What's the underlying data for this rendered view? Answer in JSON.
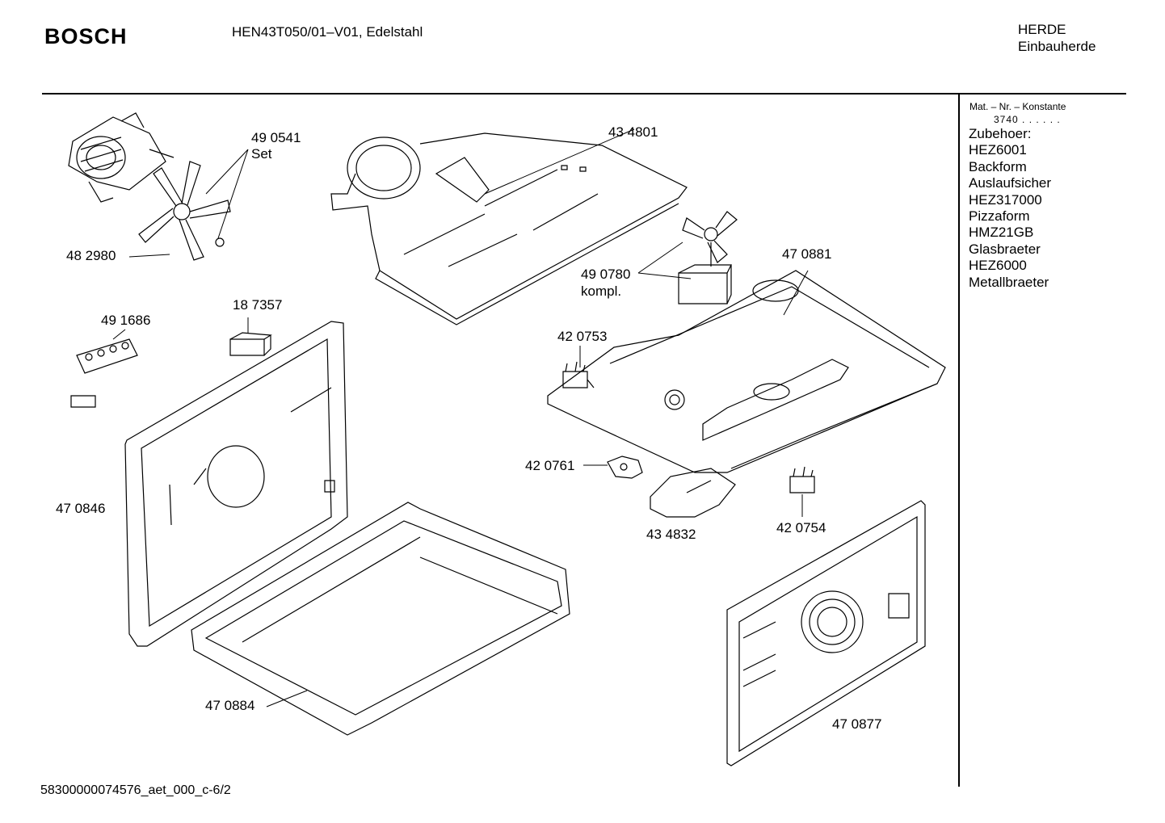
{
  "header": {
    "brand": "BOSCH",
    "model": "HEN43T050/01–V01, Edelstahl",
    "category_line1": "HERDE",
    "category_line2": "Einbauherde"
  },
  "sidebar": {
    "mat_label": "Mat. – Nr. – Konstante",
    "mat_value": "3740 . . . . . .",
    "items": [
      "Zubehoer:",
      "HEZ6001",
      "Backform",
      "Auslaufsicher",
      "HEZ317000",
      "Pizzaform",
      "HMZ21GB",
      "Glasbraeter",
      "HEZ6000",
      "Metallbraeter"
    ]
  },
  "parts": {
    "p490541": "49 0541",
    "p490541_note": "Set",
    "p434801": "43 4801",
    "p482980": "48 2980",
    "p490780": "49 0780",
    "p490780_note": "kompl.",
    "p470881": "47 0881",
    "p187357": "18 7357",
    "p491686": "49 1686",
    "p420753": "42 0753",
    "p420761": "42 0761",
    "p434832": "43 4832",
    "p420754": "42 0754",
    "p470846": "47 0846",
    "p470884": "47 0884",
    "p470877": "47 0877"
  },
  "footer": {
    "doc_id": "58300000074576_aet_000_c-6/2"
  }
}
